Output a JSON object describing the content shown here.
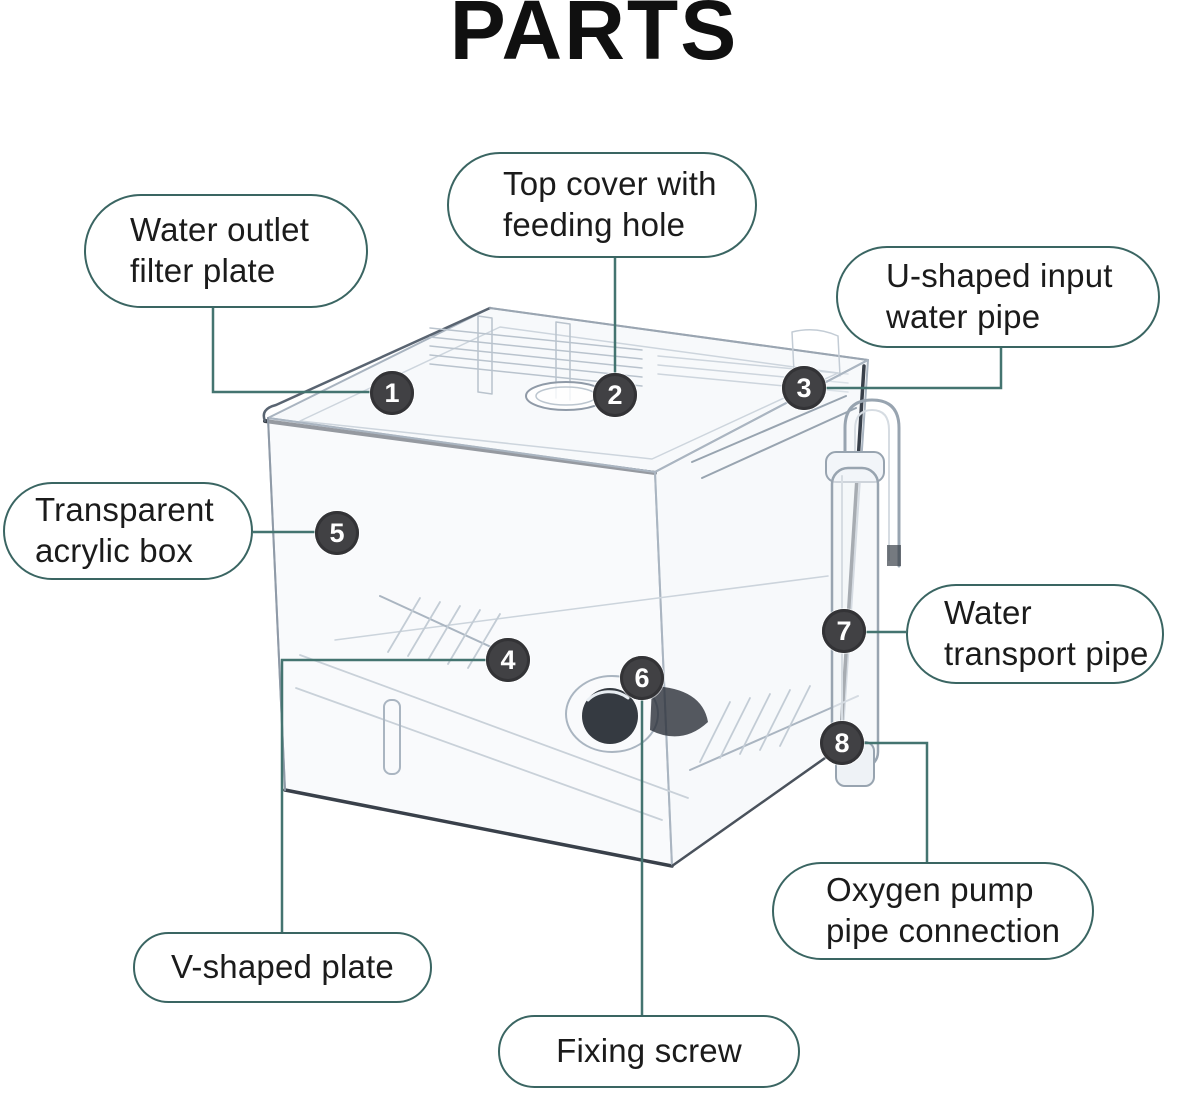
{
  "title": "PARTS",
  "colors": {
    "bubble_border": "#3a6562",
    "connector": "#447470",
    "marker_bg": "#414144",
    "marker_text": "#ffffff",
    "title_color": "#101010"
  },
  "parts": [
    {
      "number": "1",
      "label": "Water outlet filter plate"
    },
    {
      "number": "2",
      "label": "Top cover with feeding hole"
    },
    {
      "number": "3",
      "label": "U-shaped input water pipe"
    },
    {
      "number": "4",
      "label": "V-shaped plate"
    },
    {
      "number": "5",
      "label": "Transparent acrylic box"
    },
    {
      "number": "6",
      "label": "Fixing screw"
    },
    {
      "number": "7",
      "label": "Water transport pipe"
    },
    {
      "number": "8",
      "label": "Oxygen pump pipe connection"
    }
  ]
}
